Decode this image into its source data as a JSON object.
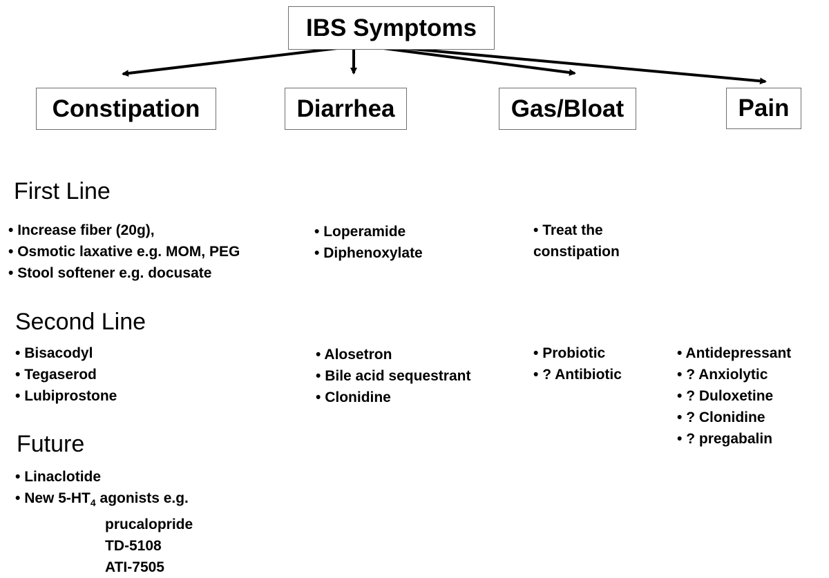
{
  "title": "IBS Symptoms",
  "symptoms": [
    "Constipation",
    "Diarrhea",
    "Gas/Bloat",
    "Pain"
  ],
  "sections": {
    "first_line": {
      "heading": "First Line",
      "constipation": [
        "Increase fiber (20g),",
        "Osmotic laxative e.g. MOM, PEG",
        "Stool softener e.g. docusate"
      ],
      "diarrhea": [
        "Loperamide",
        "Diphenoxylate"
      ],
      "gas_bloat": [
        "Treat the",
        "constipation"
      ]
    },
    "second_line": {
      "heading": "Second Line",
      "constipation": [
        "Bisacodyl",
        "Tegaserod",
        "Lubiprostone"
      ],
      "diarrhea": [
        "Alosetron",
        "Bile acid sequestrant",
        "Clonidine"
      ],
      "gas_bloat": [
        "Probiotic",
        "? Antibiotic"
      ],
      "pain": [
        "Antidepressant",
        "? Anxiolytic",
        "? Duloxetine",
        "? Clonidine",
        "? pregabalin"
      ]
    },
    "future": {
      "heading": "Future",
      "items": [
        "Linaclotide",
        "New 5-HT",
        "4",
        " agonists e.g.",
        "prucalopride",
        "TD-5108",
        "ATI-7505"
      ]
    }
  },
  "bullet": "•"
}
